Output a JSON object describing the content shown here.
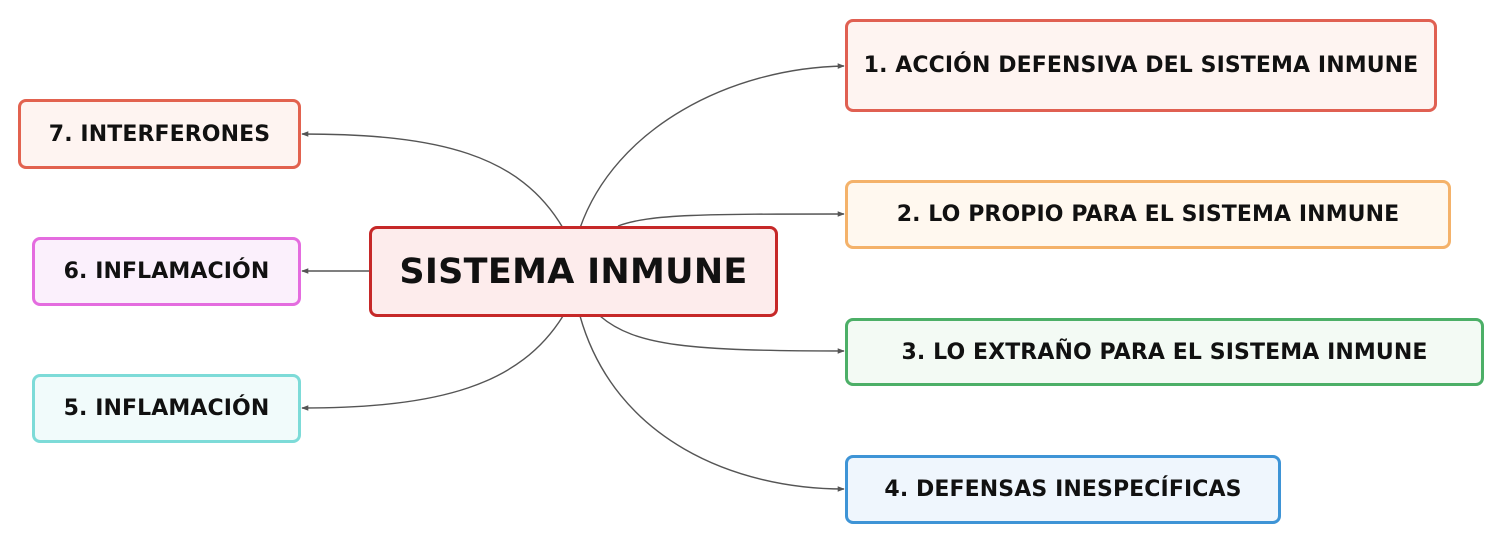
{
  "map": {
    "center": {
      "id": "center",
      "label": "SISTEMA INMUNE",
      "border": "#c62828",
      "fill": "#fdecec"
    },
    "branches": [
      {
        "id": "n1",
        "label": "1. ACCIÓN DEFENSIVA DEL SISTEMA INMUNE",
        "border": "#e06052",
        "fill": "#fef4f1"
      },
      {
        "id": "n2",
        "label": "2. LO PROPIO PARA EL SISTEMA INMUNE",
        "border": "#f4b26a",
        "fill": "#fff8ef"
      },
      {
        "id": "n3",
        "label": "3. LO EXTRAÑO PARA EL SISTEMA INMUNE",
        "border": "#4caf67",
        "fill": "#f3faf4"
      },
      {
        "id": "n4",
        "label": "4. DEFENSAS INESPECÍFICAS",
        "border": "#3e94d6",
        "fill": "#eff6fd"
      },
      {
        "id": "n5",
        "label": "5. INFLAMACIÓN",
        "border": "#7ddbd8",
        "fill": "#f1fbfb"
      },
      {
        "id": "n6",
        "label": "6. INFLAMACIÓN",
        "border": "#e46cdf",
        "fill": "#fbf0fc"
      },
      {
        "id": "n7",
        "label": "7. INTERFERONES",
        "border": "#e2624f",
        "fill": "#fef4f1"
      }
    ],
    "connector_color": "#555555"
  }
}
